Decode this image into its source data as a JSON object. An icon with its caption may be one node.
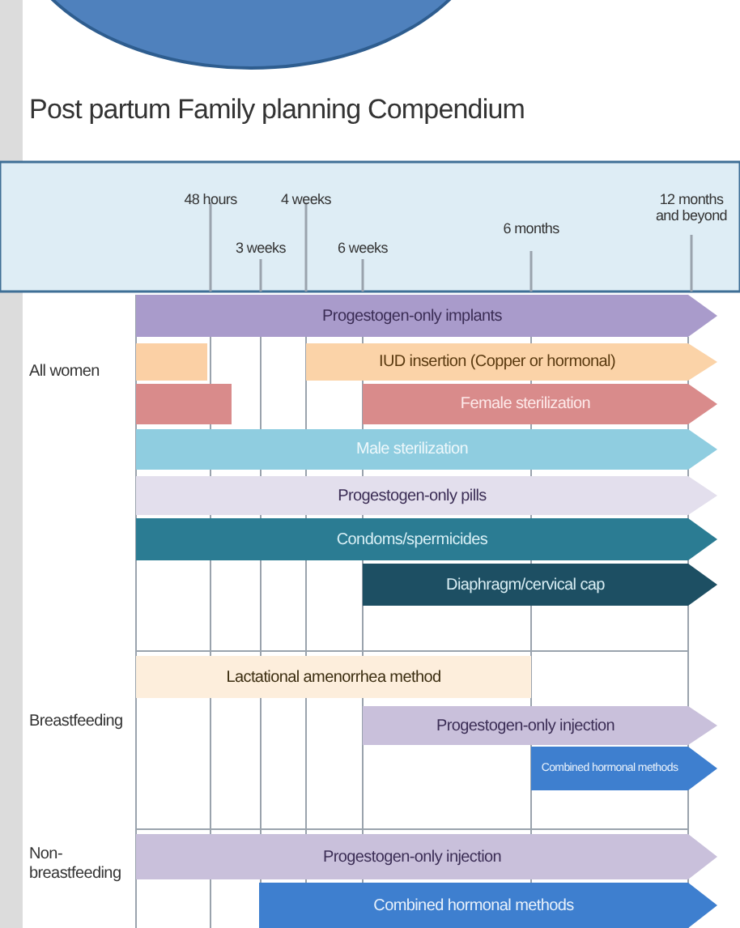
{
  "diagram": {
    "title": "Post partum Family planning Compendium",
    "nodes": [
      {
        "text": [],
        "shape": "circle"
      },
      {
        "text": [
          "Progestogen-only implants"
        ]
      },
      {
        "text": [],
        "shape": "bar"
      },
      {
        "text": [
          "IUD insertion (Copper or hormonal)"
        ]
      },
      {
        "text": [],
        "shape": "bar"
      },
      {
        "text": [
          "Female sterilization"
        ]
      },
      {
        "text": [
          "Male sterilization"
        ]
      },
      {
        "text": [
          "Progestogen-only pills"
        ]
      },
      {
        "text": [
          "Condoms/spermicides"
        ]
      },
      {
        "text": [
          "Diaphragm/cervical cap"
        ]
      },
      {
        "text": [
          "Lactational amenorrhea method"
        ]
      },
      {
        "text": [
          "Progestogen-only injection"
        ]
      },
      {
        "text": [
          "Combined hormonal methods"
        ]
      },
      {
        "text": [
          "Progestogen-only injection"
        ]
      },
      {
        "text": [
          "Combined hormonal methods"
        ]
      }
    ],
    "edges": [],
    "labels": [
      "48 hours",
      "3 weeks",
      "4 weeks",
      "6 weeks",
      "6 months",
      "12 months and beyond",
      "All women",
      "Breastfeeding",
      "Non-breastfeeding"
    ]
  }
}
